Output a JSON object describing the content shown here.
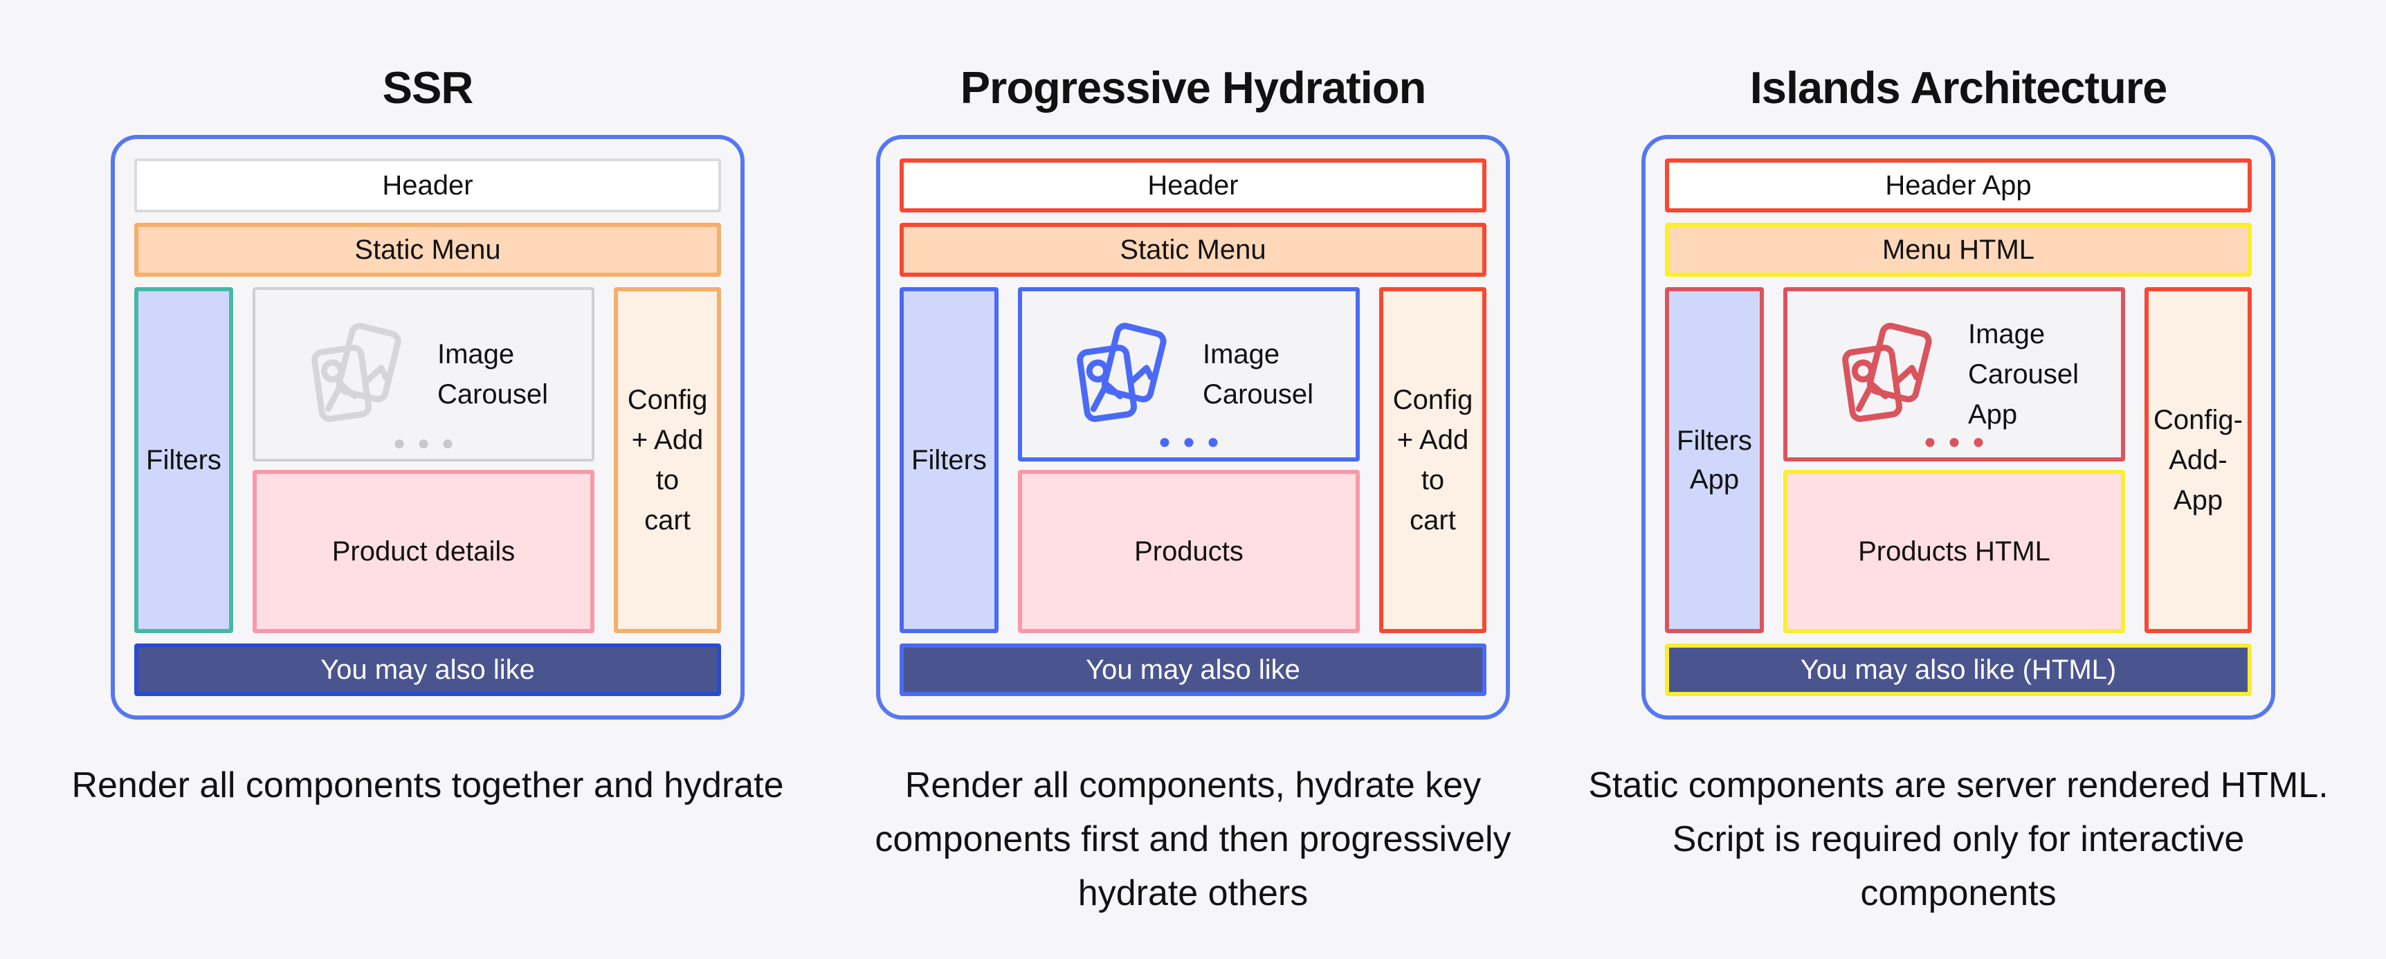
{
  "page": {
    "background": "#f6f6f8",
    "text_color": "#111111"
  },
  "panels": [
    {
      "title": "SSR",
      "caption": "Render all components together and hydrate",
      "boxes": {
        "header": "Header",
        "menu": "Static Menu",
        "filters": "Filters",
        "carousel": "Image\nCarousel",
        "products": "Product details",
        "config": "Config\n+ Add to\ncart",
        "recommend": "You may also like"
      },
      "icons": {
        "carousel": "image-stack-icon"
      },
      "colors": {
        "outline": "#5677f0",
        "header_border": "#dadada",
        "header_fill": "#ffffff",
        "menu_border": "#f5ae6c",
        "menu_fill": "#ffd8b9",
        "filters_border": "#49b7a8",
        "filters_fill": "#cfd8fb",
        "carousel_border": "#d0d0d1",
        "carousel_fill": "#f4f4f6",
        "carousel_icon": "#d6d6d8",
        "carousel_dots": "#c9c9cb",
        "products_border": "#fa98a9",
        "products_fill": "#ffdfe4",
        "config_border": "#f5ae6c",
        "config_fill": "#fdf0e5",
        "recommend_border": "#2a49d3",
        "recommend_fill": "#4a5590",
        "recommend_text": "#ffffff"
      }
    },
    {
      "title": "Progressive Hydration",
      "caption": "Render all components, hydrate key\ncomponents first and then progressively\nhydrate others",
      "boxes": {
        "header": "Header",
        "menu": "Static Menu",
        "filters": "Filters",
        "carousel": "Image\nCarousel",
        "products": "Products",
        "config": "Config\n+ Add to\ncart",
        "recommend": "You may also like"
      },
      "icons": {
        "carousel": "image-stack-icon"
      },
      "colors": {
        "outline": "#5677f0",
        "header_border": "#f94732",
        "header_fill": "#ffffff",
        "menu_border": "#f94732",
        "menu_fill": "#ffd8b9",
        "filters_border": "#4a6af5",
        "filters_fill": "#cfd8fb",
        "carousel_border": "#4a6af5",
        "carousel_fill": "#f4f4f6",
        "carousel_icon": "#4a6af5",
        "carousel_dots": "#4a6af5",
        "products_border": "#fa98a9",
        "products_fill": "#ffdfe4",
        "config_border": "#f94732",
        "config_fill": "#fdf0e5",
        "recommend_border": "#4a6af5",
        "recommend_fill": "#4a5590",
        "recommend_text": "#ffffff"
      }
    },
    {
      "title": "Islands Architecture",
      "caption": "Static components are server rendered HTML.\nScript is required only for interactive\ncomponents",
      "boxes": {
        "header": "Header App",
        "menu": "Menu HTML",
        "filters": "Filters\nApp",
        "carousel": "Image\nCarousel\nApp",
        "products": "Products HTML",
        "config": "Config-\nAdd-App",
        "recommend": "You may also like (HTML)"
      },
      "icons": {
        "carousel": "image-stack-icon"
      },
      "colors": {
        "outline": "#5677f0",
        "header_border": "#f94732",
        "header_fill": "#ffffff",
        "menu_border": "#fbee2e",
        "menu_fill": "#ffd8b9",
        "filters_border": "#da545d",
        "filters_fill": "#cfd8fb",
        "carousel_border": "#da545d",
        "carousel_fill": "#f4f4f6",
        "carousel_icon": "#da545d",
        "carousel_dots": "#da545d",
        "products_border": "#fbee2e",
        "products_fill": "#ffdfe4",
        "config_border": "#f94732",
        "config_fill": "#fdf0e5",
        "recommend_border": "#fbee2e",
        "recommend_fill": "#4a5590",
        "recommend_text": "#ffffff"
      }
    }
  ]
}
